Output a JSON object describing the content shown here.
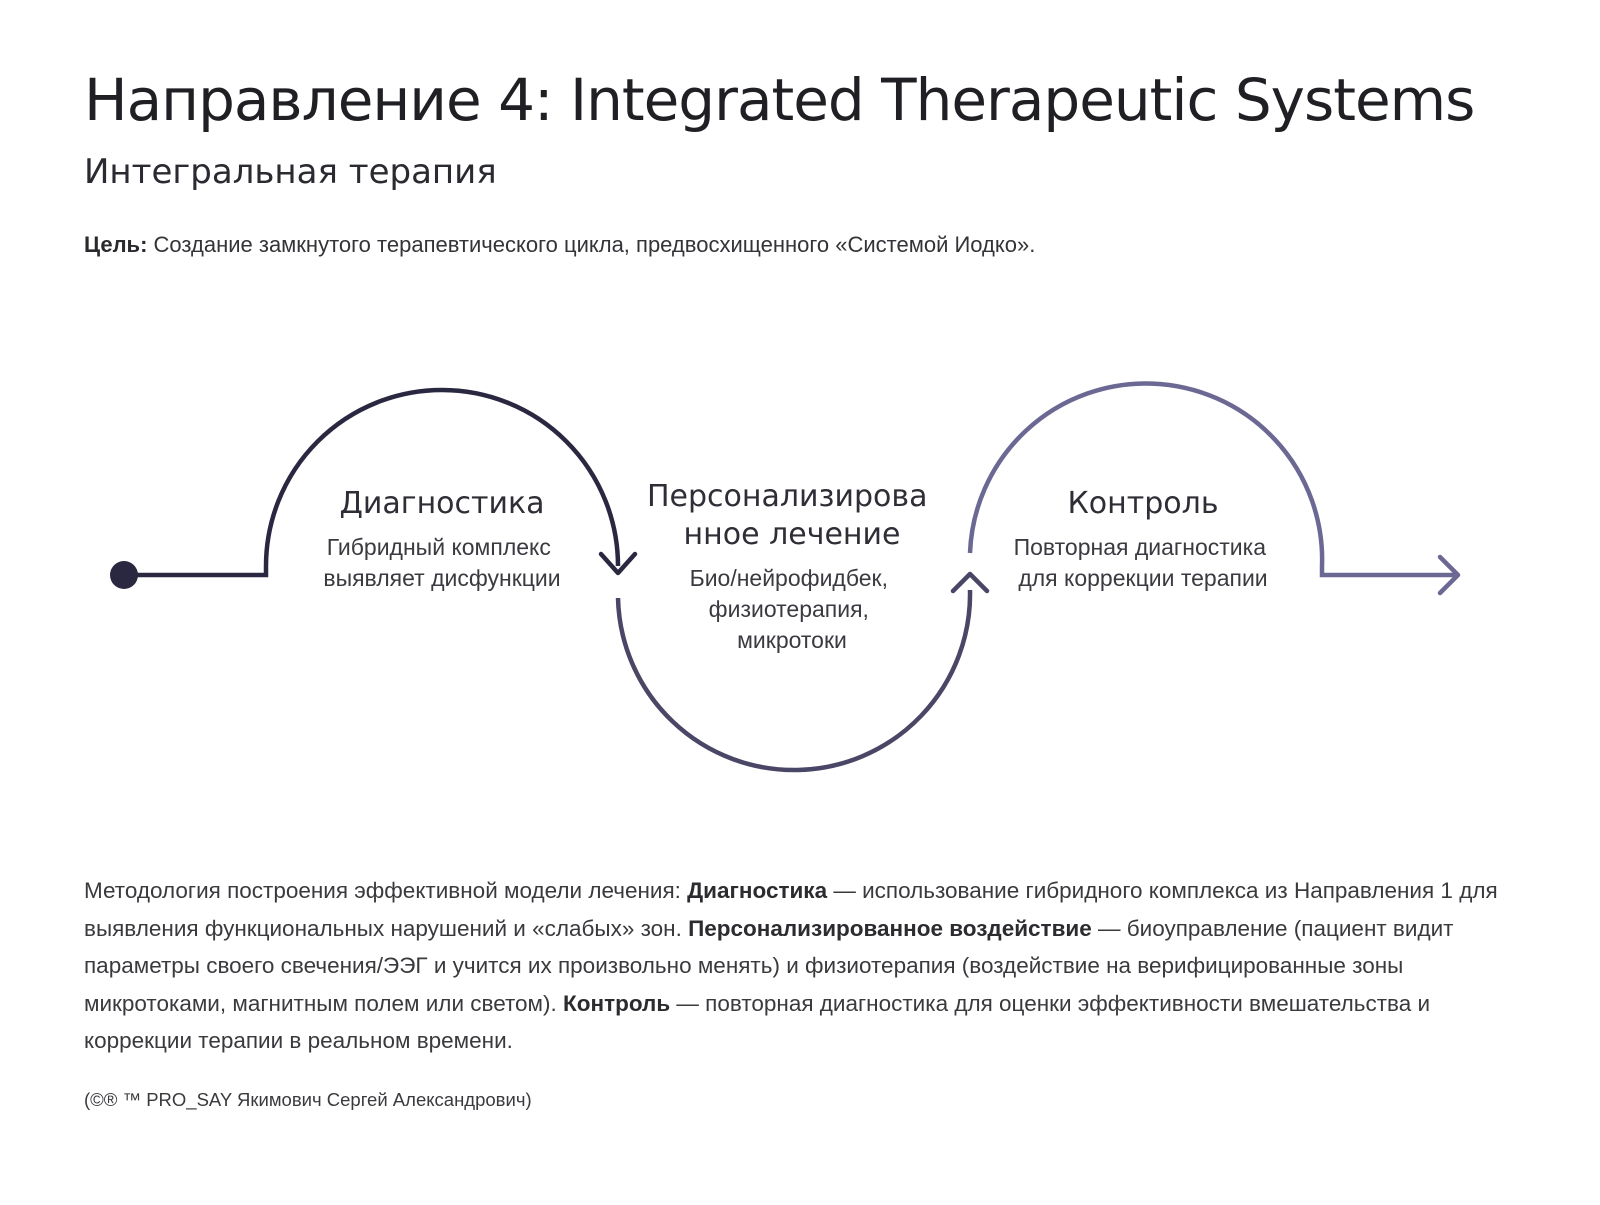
{
  "header": {
    "title": "Направление 4: Integrated Therapeutic Systems",
    "subtitle": "Интегральная терапия"
  },
  "goal": {
    "label": "Цель:",
    "text": " Создание замкнутого терапевтического цикла, предвосхищенного «Системой Иодко»."
  },
  "diagram": {
    "stages": [
      {
        "title_lines": [
          "Диагностика"
        ],
        "desc_lines": [
          "Гибридный комплекс",
          "выявляет дисфункции"
        ]
      },
      {
        "title_lines": [
          "Персонализирова",
          "нное лечение"
        ],
        "desc_lines": [
          "Био/нейрофидбек,",
          "физиотерапия,",
          "микротоки"
        ]
      },
      {
        "title_lines": [
          "Контроль"
        ],
        "desc_lines": [
          "Повторная диагностика",
          "для коррекции терапии"
        ]
      }
    ],
    "colors": {
      "stage1": "#2a2840",
      "stage2": "#4a4666",
      "stage3": "#6c6894"
    }
  },
  "methodology": {
    "intro": "Методология построения эффективной модели лечения: ",
    "term1": "Диагностика",
    "text1": " — использование гибридного комплекса из Направления 1 для выявления функциональных нарушений и «слабых» зон. ",
    "term2": "Персонализированное воздействие",
    "text2": " — биоуправление (пациент видит параметры своего свечения/ЭЭГ и учится их произвольно менять) и физиотерапия (воздействие на верифицированные зоны микротоками, магнитным полем или светом). ",
    "term3": "Контроль",
    "text3": " — повторная диагностика для оценки эффективности вмешательства и коррекции терапии в реальном времени."
  },
  "footer": {
    "copyright": "(©® ™ PRO_SAY Якимович Сергей Александрович)"
  }
}
